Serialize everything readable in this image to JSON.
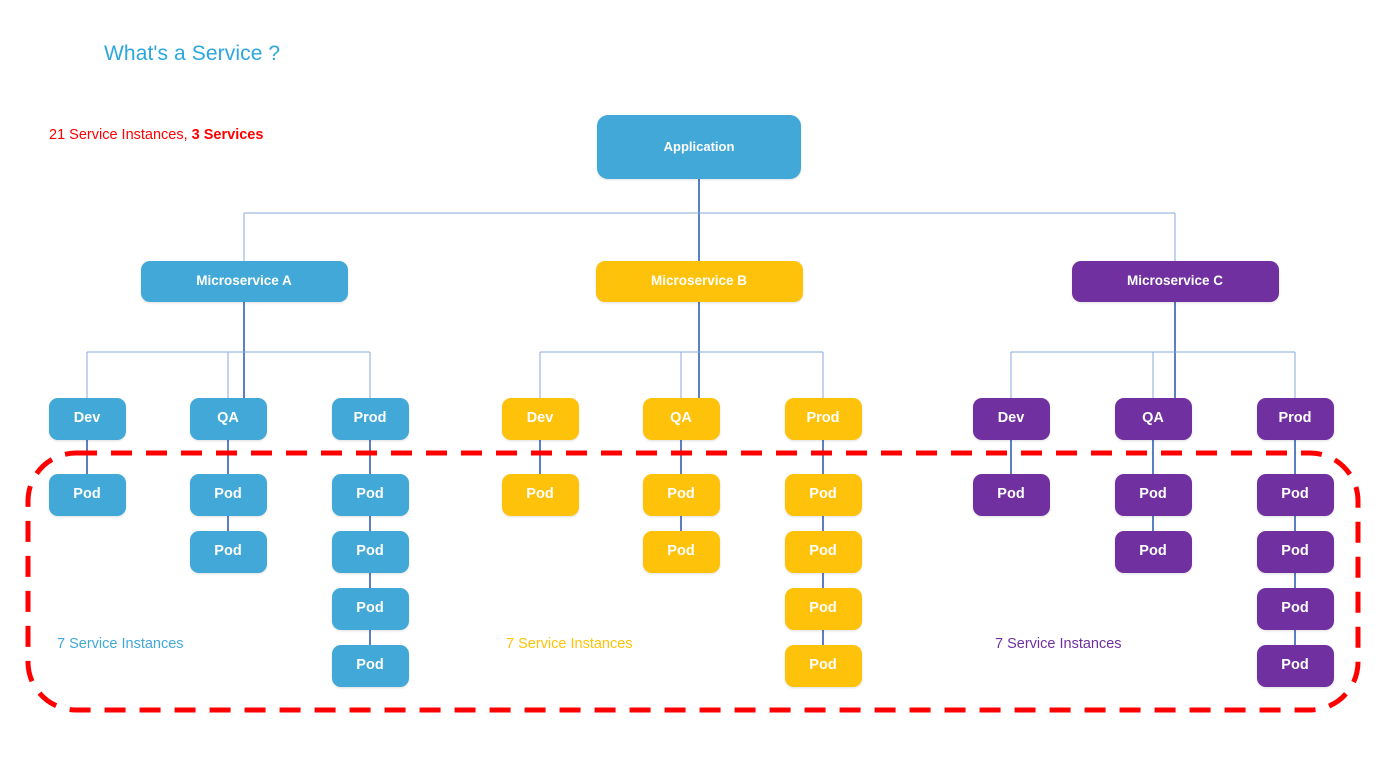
{
  "slide": {
    "title": "What's a Service ?",
    "summary_prefix": "21 Service Instances, ",
    "summary_strong": "3 Services",
    "title_color": "#2CA6DF",
    "summary_color": "#FF0000",
    "highlight_color": "#FF0000",
    "wire_color": "#8AA8D8",
    "background": "#FFFFFF"
  },
  "application": {
    "label": "Application",
    "color": "#41A8D8"
  },
  "microservices": [
    {
      "label": "Microservice A",
      "color": "#41A8D8",
      "instances_label": "7 Service Instances",
      "environments": [
        {
          "label": "Dev",
          "pods": [
            {
              "label": "Pod"
            }
          ]
        },
        {
          "label": "QA",
          "pods": [
            {
              "label": "Pod"
            },
            {
              "label": "Pod"
            }
          ]
        },
        {
          "label": "Prod",
          "pods": [
            {
              "label": "Pod"
            },
            {
              "label": "Pod"
            },
            {
              "label": "Pod"
            },
            {
              "label": "Pod"
            }
          ]
        }
      ]
    },
    {
      "label": "Microservice B",
      "color": "#FFC20A",
      "instances_label": "7 Service Instances",
      "environments": [
        {
          "label": "Dev",
          "pods": [
            {
              "label": "Pod"
            }
          ]
        },
        {
          "label": "QA",
          "pods": [
            {
              "label": "Pod"
            },
            {
              "label": "Pod"
            }
          ]
        },
        {
          "label": "Prod",
          "pods": [
            {
              "label": "Pod"
            },
            {
              "label": "Pod"
            },
            {
              "label": "Pod"
            },
            {
              "label": "Pod"
            }
          ]
        }
      ]
    },
    {
      "label": "Microservice C",
      "color": "#7030A0",
      "instances_label": "7 Service Instances",
      "environments": [
        {
          "label": "Dev",
          "pods": [
            {
              "label": "Pod"
            }
          ]
        },
        {
          "label": "QA",
          "pods": [
            {
              "label": "Pod"
            },
            {
              "label": "Pod"
            }
          ]
        },
        {
          "label": "Prod",
          "pods": [
            {
              "label": "Pod"
            },
            {
              "label": "Pod"
            },
            {
              "label": "Pod"
            },
            {
              "label": "Pod"
            }
          ]
        }
      ]
    }
  ]
}
